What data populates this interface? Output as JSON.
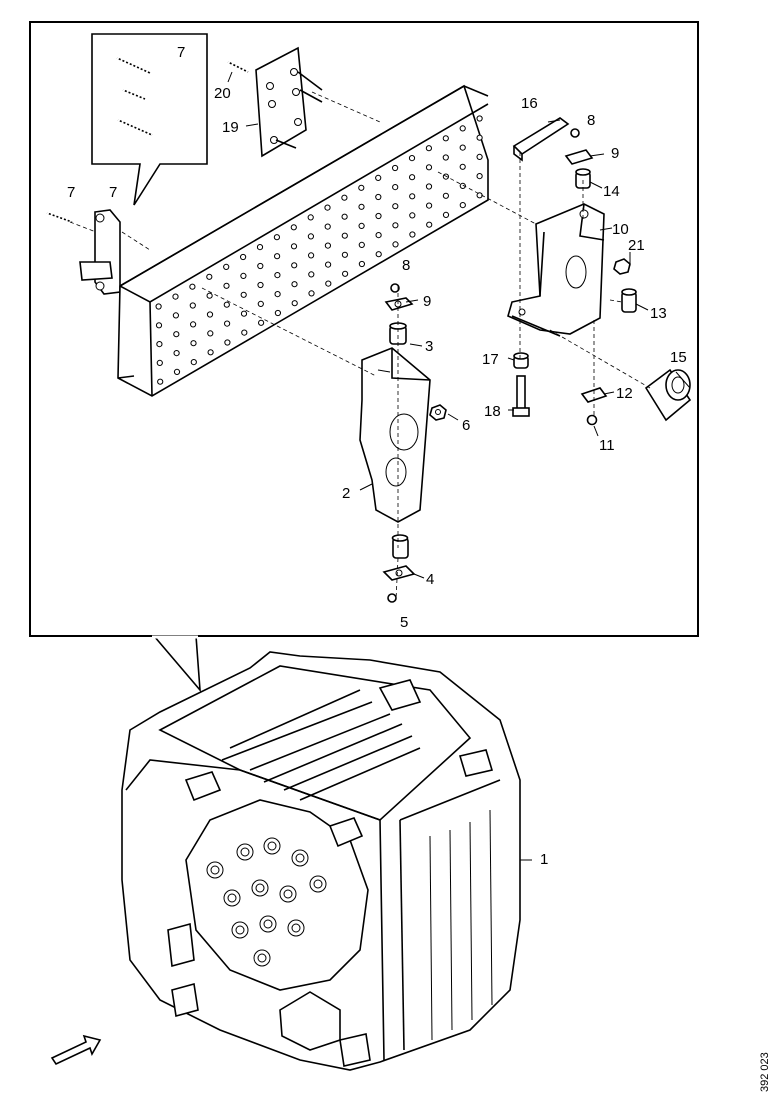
{
  "callouts": {
    "c1": "1",
    "c2": "2",
    "c3": "3",
    "c4": "4",
    "c5": "5",
    "c6": "6",
    "c7_box": "7",
    "c7_left_a": "7",
    "c7_left_b": "7",
    "c8_mid": "8",
    "c8_right": "8",
    "c9_mid": "9",
    "c9_right": "9",
    "c10": "10",
    "c11": "11",
    "c12": "12",
    "c13": "13",
    "c14": "14",
    "c15": "15",
    "c16": "16",
    "c17": "17",
    "c18": "18",
    "c19": "19",
    "c20": "20",
    "c21": "21"
  },
  "figure_code": "392 023"
}
